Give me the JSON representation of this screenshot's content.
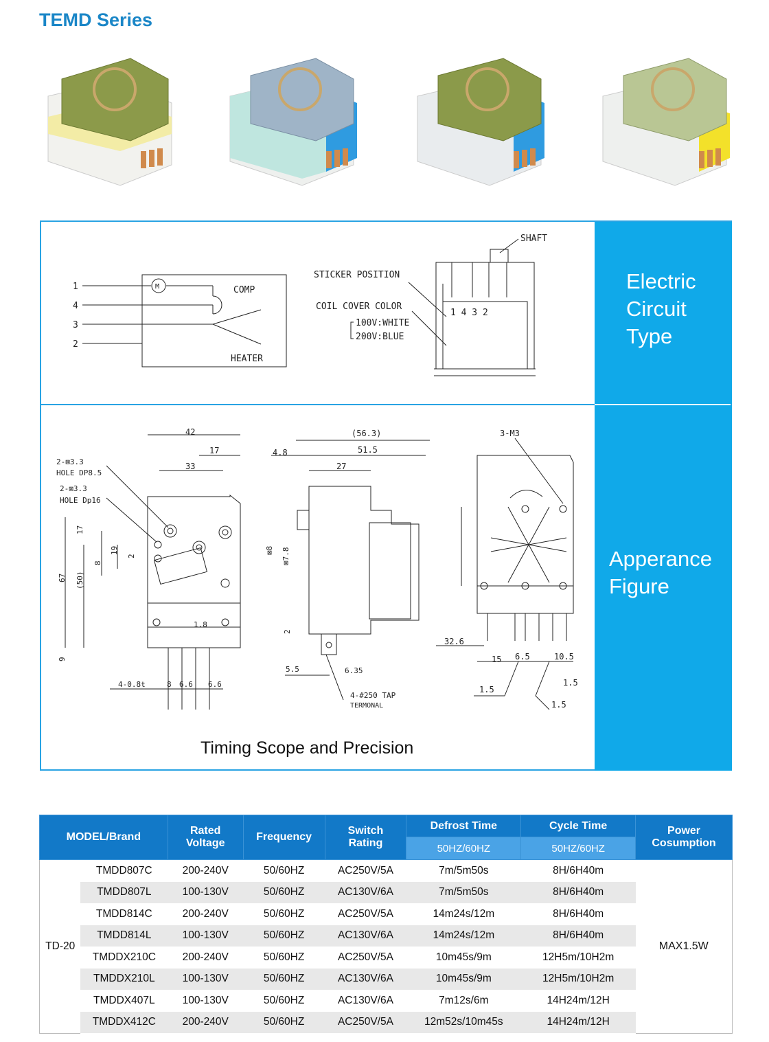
{
  "header": {
    "title": "TEMD Series"
  },
  "photos": [
    {
      "name": "yellow-base-timer",
      "base_color": "#f3eca6",
      "cover_color": "#8c9a4a"
    },
    {
      "name": "teal-blue-timer",
      "base_color": "#bfe6df",
      "cover_color": "#9fb4c7"
    },
    {
      "name": "white-blue-timer",
      "base_color": "#e9ecee",
      "cover_color": "#8b9a4a"
    },
    {
      "name": "white-yellow-timer",
      "base_color": "#eef0ee",
      "cover_color": "#b9c694"
    }
  ],
  "panel": {
    "electric_label": "Electric\nCircuit\nType",
    "appearance_label": "Apperance\nFigure",
    "timing_caption": "Timing Scope and Precision",
    "circuit": {
      "pins": [
        "1",
        "4",
        "3",
        "2"
      ],
      "motor": "M",
      "comp": "COMP",
      "heater": "HEATER",
      "shaft": "SHAFT",
      "sticker": "STICKER POSITION",
      "coil": "COIL COVER COLOR",
      "v100": "100V:WHITE",
      "v200": "200V:BLUE",
      "terminal_pins": "1  4  3  2"
    },
    "dims_front": {
      "d42": "42",
      "d17": "17",
      "d33": "33",
      "hole1": "2-⊠3.3",
      "hole1b": "HOLE DP8.5",
      "hole2": "2-⊠3.3",
      "hole2b": "HOLE Dp16",
      "v17": "17",
      "v67": "67",
      "v50": "(50)",
      "v8": "8",
      "v19": "19",
      "v2": "2",
      "v9": "9",
      "d18": "1.8",
      "pin": "4-0.8t",
      "p8": "8",
      "p66a": "6.6",
      "p66b": "6.6"
    },
    "dims_side": {
      "d563": "(56.3)",
      "d48": "4.8",
      "d515": "51.5",
      "d27": "27",
      "s8": "⊠8",
      "s78": "⊠7.8",
      "v2": "2",
      "d55": "5.5",
      "d635": "6.35",
      "tap": "4-#250 TAP",
      "terminal": "TERMONAL"
    },
    "dims_back": {
      "m3": "3-M3",
      "d326": "32.6",
      "d15": "15",
      "d65": "6.5",
      "d105": "10.5",
      "a15": "1.5",
      "b15": "1.5",
      "c15": "1.5"
    }
  },
  "table": {
    "headers": {
      "model": "MODEL/Brand",
      "voltage": "Rated\nVoltage",
      "frequency": "Frequency",
      "switch": "Switch\nRating",
      "defrost": "Defrost Time",
      "cycle": "Cycle Time",
      "power": "Power\nCosumption",
      "defrost_sub": "50HZ/60HZ",
      "cycle_sub": "50HZ/60HZ"
    },
    "group": "TD-20",
    "power_value": "MAX1.5W",
    "rows": [
      [
        "TMDD807C",
        "200-240V",
        "50/60HZ",
        "AC250V/5A",
        "7m/5m50s",
        "8H/6H40m"
      ],
      [
        "TMDD807L",
        "100-130V",
        "50/60HZ",
        "AC130V/6A",
        "7m/5m50s",
        "8H/6H40m"
      ],
      [
        "TMDD814C",
        "200-240V",
        "50/60HZ",
        "AC250V/5A",
        "14m24s/12m",
        "8H/6H40m"
      ],
      [
        "TMDD814L",
        "100-130V",
        "50/60HZ",
        "AC130V/6A",
        "14m24s/12m",
        "8H/6H40m"
      ],
      [
        "TMDDX210C",
        "200-240V",
        "50/60HZ",
        "AC250V/5A",
        "10m45s/9m",
        "12H5m/10H2m"
      ],
      [
        "TMDDX210L",
        "100-130V",
        "50/60HZ",
        "AC130V/6A",
        "10m45s/9m",
        "12H5m/10H2m"
      ],
      [
        "TMDDX407L",
        "100-130V",
        "50/60HZ",
        "AC130V/6A",
        "7m12s/6m",
        "14H24m/12H"
      ],
      [
        "TMDDX412C",
        "200-240V",
        "50/60HZ",
        "AC250V/5A",
        "12m52s/10m45s",
        "14H24m/12H"
      ]
    ]
  }
}
